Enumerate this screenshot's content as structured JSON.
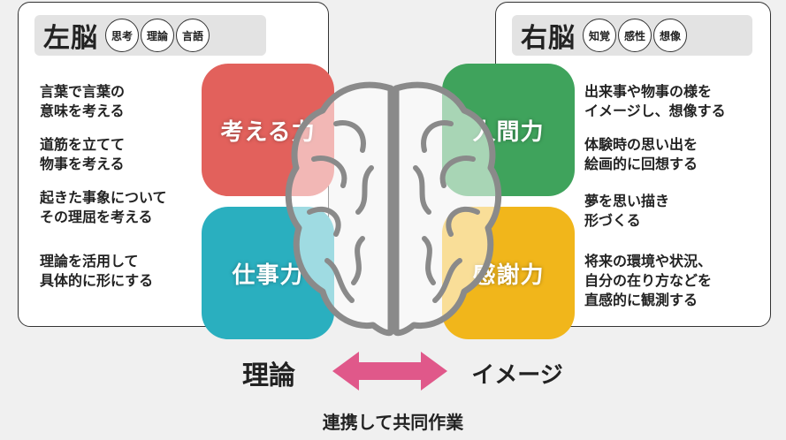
{
  "left_panel": {
    "title": "左脳",
    "badges": [
      "思考",
      "理論",
      "言語"
    ],
    "items": [
      "言葉で言葉の\n意味を考える",
      "道筋を立てて\n物事を考える",
      "起きた事象について\nその理屈を考える",
      "理論を活用して\n具体的に形にする"
    ]
  },
  "right_panel": {
    "title": "右脳",
    "badges": [
      "知覚",
      "感性",
      "想像"
    ],
    "items": [
      "出来事や物事の様を\nイメージし、想像する",
      "体験時の思い出を\n絵画的に回想する",
      "夢を思い描き\n形づくる",
      "将来の環境や状況、\n自分の在り方などを\n直感的に観測する"
    ]
  },
  "quadrants": {
    "top_left": {
      "label": "考える力",
      "color": "#e2615c"
    },
    "bottom_left": {
      "label": "仕事力",
      "color": "#2aafbf"
    },
    "top_right": {
      "label": "人間力",
      "color": "#3fa35c"
    },
    "bottom_right": {
      "label": "感謝力",
      "color": "#f1b61b"
    }
  },
  "bottom": {
    "left_label": "理論",
    "right_label": "イメージ",
    "arrow_color": "#e0588a",
    "footer": "連携して共同作業"
  },
  "brain_icon": "brain-icon"
}
